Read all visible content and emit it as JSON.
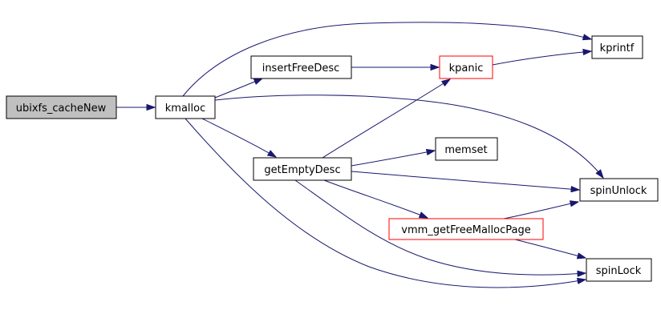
{
  "diagram": {
    "type": "call-graph",
    "root_function": "ubixfs_cacheNew",
    "background_color": "#ffffff",
    "edge_color": "#191970",
    "node_fill": "#ffffff",
    "root_fill": "#c0c0c0",
    "node_border": "#000000",
    "highlight_border": "#ff0000",
    "text_color": "#000000",
    "nodes": [
      {
        "id": "ubixfs_cacheNew",
        "label": "ubixfs_cacheNew",
        "kind": "root",
        "fill": "#c0c0c0",
        "border": "#000000"
      },
      {
        "id": "kmalloc",
        "label": "kmalloc",
        "kind": "normal",
        "fill": "#ffffff",
        "border": "#000000"
      },
      {
        "id": "insertFreeDesc",
        "label": "insertFreeDesc",
        "kind": "normal",
        "fill": "#ffffff",
        "border": "#000000"
      },
      {
        "id": "kpanic",
        "label": "kpanic",
        "kind": "truncated",
        "fill": "#ffffff",
        "border": "#ff0000"
      },
      {
        "id": "kprintf",
        "label": "kprintf",
        "kind": "normal",
        "fill": "#ffffff",
        "border": "#000000"
      },
      {
        "id": "getEmptyDesc",
        "label": "getEmptyDesc",
        "kind": "normal",
        "fill": "#ffffff",
        "border": "#000000"
      },
      {
        "id": "memset",
        "label": "memset",
        "kind": "normal",
        "fill": "#ffffff",
        "border": "#000000"
      },
      {
        "id": "spinUnlock",
        "label": "spinUnlock",
        "kind": "normal",
        "fill": "#ffffff",
        "border": "#000000"
      },
      {
        "id": "vmm_getFreeMallocPage",
        "label": "vmm_getFreeMallocPage",
        "kind": "truncated",
        "fill": "#ffffff",
        "border": "#ff0000"
      },
      {
        "id": "spinLock",
        "label": "spinLock",
        "kind": "normal",
        "fill": "#ffffff",
        "border": "#000000"
      }
    ],
    "edges": [
      {
        "from": "ubixfs_cacheNew",
        "to": "kmalloc"
      },
      {
        "from": "kmalloc",
        "to": "insertFreeDesc"
      },
      {
        "from": "kmalloc",
        "to": "kprintf"
      },
      {
        "from": "kmalloc",
        "to": "spinUnlock"
      },
      {
        "from": "kmalloc",
        "to": "getEmptyDesc"
      },
      {
        "from": "kmalloc",
        "to": "spinLock"
      },
      {
        "from": "insertFreeDesc",
        "to": "kpanic"
      },
      {
        "from": "kpanic",
        "to": "kprintf"
      },
      {
        "from": "getEmptyDesc",
        "to": "kpanic"
      },
      {
        "from": "getEmptyDesc",
        "to": "memset"
      },
      {
        "from": "getEmptyDesc",
        "to": "spinUnlock"
      },
      {
        "from": "getEmptyDesc",
        "to": "vmm_getFreeMallocPage"
      },
      {
        "from": "getEmptyDesc",
        "to": "spinLock"
      },
      {
        "from": "vmm_getFreeMallocPage",
        "to": "spinUnlock"
      },
      {
        "from": "vmm_getFreeMallocPage",
        "to": "spinLock"
      }
    ]
  }
}
